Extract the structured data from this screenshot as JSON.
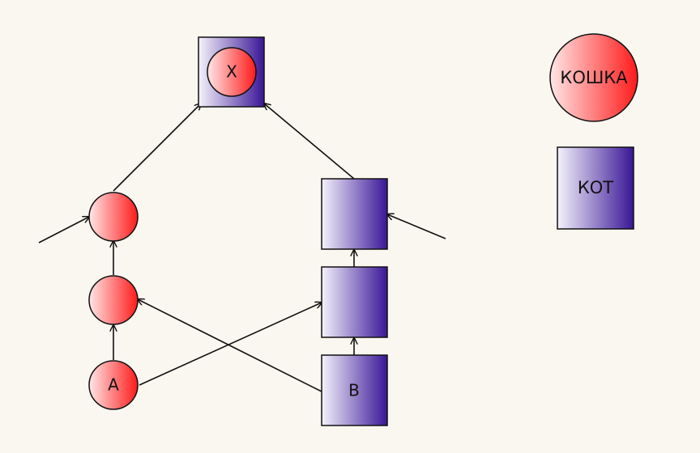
{
  "nodes": {
    "x": "X",
    "a": "A",
    "b": "B",
    "legend_circle": "КОШКА",
    "legend_square": "КОТ"
  },
  "colors": {
    "circle_light": "#ffe6e6",
    "circle_dark": "#ff1a1a",
    "square_light": "#f4f2fb",
    "square_dark": "#3a1696",
    "stroke": "#111111"
  }
}
